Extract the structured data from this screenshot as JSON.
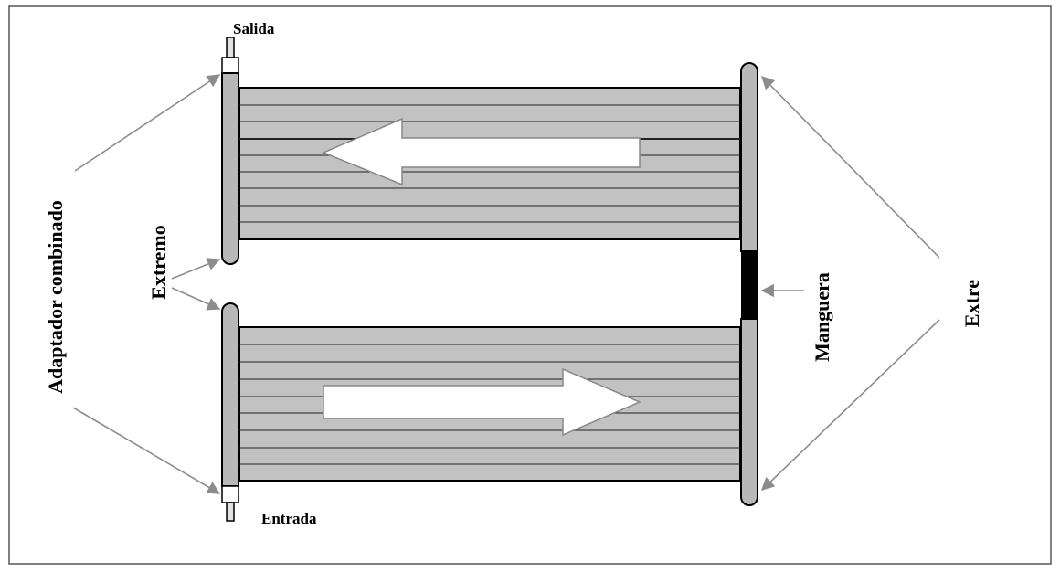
{
  "labels": {
    "outlet": "Salida",
    "inlet": "Entrada",
    "combo_adapter": "Adaptador combinado",
    "end_cap": "Extremo",
    "hose": "Manguera",
    "end_right": "Extre"
  },
  "colors": {
    "panel_fill": "#c2c2c2",
    "header_fill": "#b8b8b8",
    "hose_fill": "#000000",
    "pointer_line": "#8c8c8c",
    "outline": "#000000",
    "arrow_fill": "#ffffff"
  },
  "flow": {
    "top_panel_direction": "left",
    "bottom_panel_direction": "right"
  }
}
